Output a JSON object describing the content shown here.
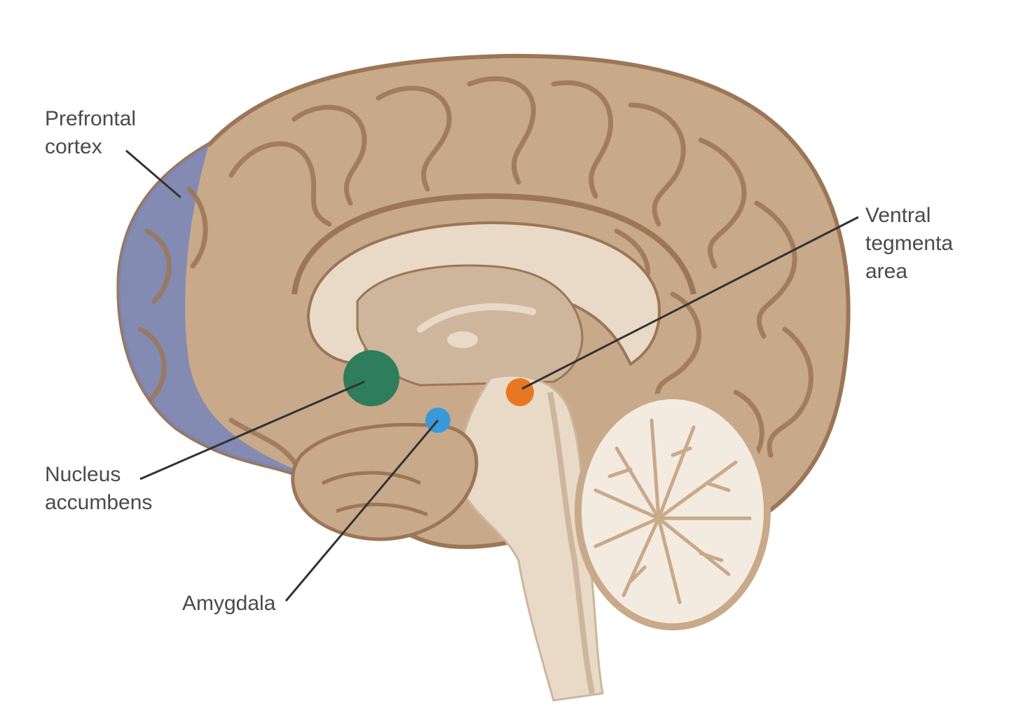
{
  "labels": {
    "prefrontal_cortex": [
      "Prefrontal",
      "cortex"
    ],
    "nucleus_accumbens": [
      "Nucleus",
      "accumbens"
    ],
    "amygdala": [
      "Amygdala"
    ],
    "ventral_tegmental_area": [
      "Ventral",
      "tegmenta",
      "area"
    ]
  },
  "colors": {
    "background": "#ffffff",
    "cortex": "#c8a98a",
    "cortex_dark": "#9c7656",
    "inner_light": "#e9dac7",
    "ventricle": "#cdb69c",
    "prefrontal_highlight": "#7b87b7",
    "nucleus_accumbens": "#2e7d5b",
    "amygdala": "#3a9ad9",
    "ventral_tegmental_area": "#e87722",
    "cerebellum": "#f4ebe0",
    "leader_line": "#333333",
    "label_text": "#4a4a4a"
  },
  "icons": {
    "brain": "brain-sagittal-illustration"
  }
}
